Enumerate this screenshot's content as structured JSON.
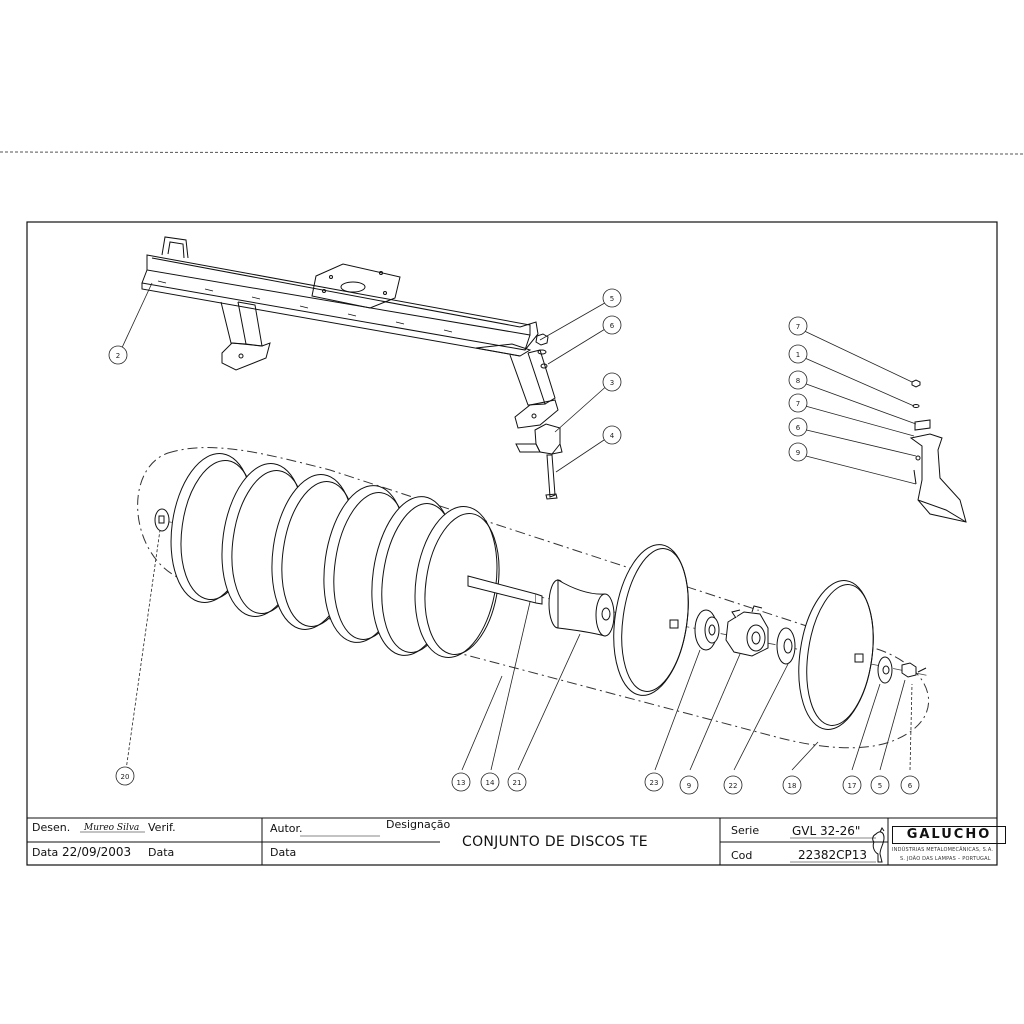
{
  "title_block": {
    "desen_label": "Desen.",
    "desen_value": "Mureo Silva",
    "verif_label": "Verif.",
    "data_label_1": "Data",
    "data_value": "22/09/2003",
    "data_label_2": "Data",
    "autor_label": "Autor.",
    "data_label_3": "Data",
    "designacao_label": "Designação",
    "title": "CONJUNTO DE DISCOS TE",
    "serie_label": "Serie",
    "serie_value": "GVL 32-26\"",
    "cod_label": "Cod",
    "cod_value": "22382CP13",
    "brand": "GALUCHO",
    "brand_line1": "INDÚSTRIAS METALOMECÂNICAS, S.A.",
    "brand_line2": "S. JOÃO DAS LAMPAS – PORTUGAL"
  },
  "callouts_top_left": [
    "2",
    "5",
    "6",
    "3",
    "4"
  ],
  "callouts_top_right": [
    "7",
    "1",
    "8",
    "7",
    "6",
    "9"
  ],
  "callouts_bottom": [
    "20",
    "13",
    "14",
    "21",
    "23",
    "9",
    "22",
    "18",
    "17",
    "5",
    "6"
  ]
}
